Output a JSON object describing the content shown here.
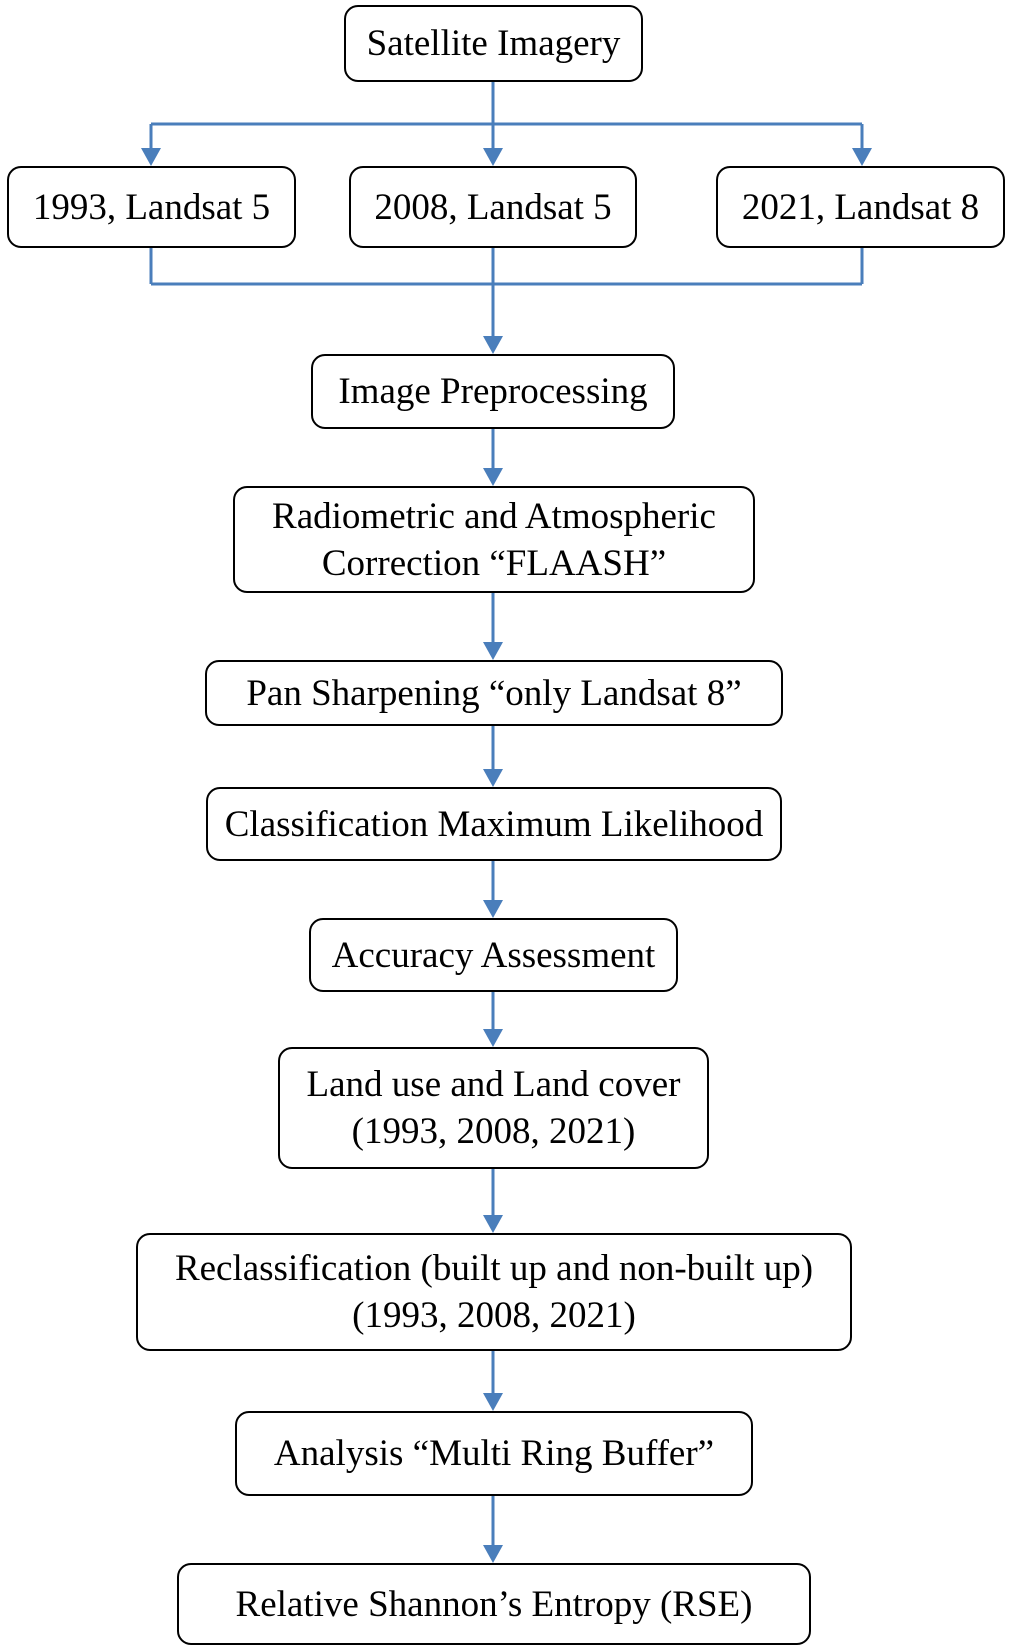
{
  "boxes": {
    "satellite": {
      "text": "Satellite Imagery"
    },
    "y1993": {
      "text": "1993, Landsat 5"
    },
    "y2008": {
      "text": "2008, Landsat 5"
    },
    "y2021": {
      "text": "2021, Landsat 8"
    },
    "preprocessing": {
      "text": "Image Preprocessing"
    },
    "radiometric": {
      "line1": "Radiometric and Atmospheric",
      "line2": "Correction “FLAASH”"
    },
    "pan": {
      "text": "Pan Sharpening “only Landsat 8”"
    },
    "classification": {
      "text": "Classification Maximum Likelihood"
    },
    "accuracy": {
      "text": "Accuracy Assessment"
    },
    "landuse": {
      "line1": "Land use and Land cover",
      "line2": "(1993, 2008, 2021)"
    },
    "reclass": {
      "line1": "Reclassification (built up and non-built up)",
      "line2": "(1993, 2008, 2021)"
    },
    "analysis": {
      "text": "Analysis “Multi Ring Buffer”"
    },
    "rse": {
      "text": "Relative Shannon’s Entropy (RSE)"
    }
  },
  "colors": {
    "connector": "#4a7ebb",
    "box_border": "#000000",
    "text": "#000000"
  }
}
